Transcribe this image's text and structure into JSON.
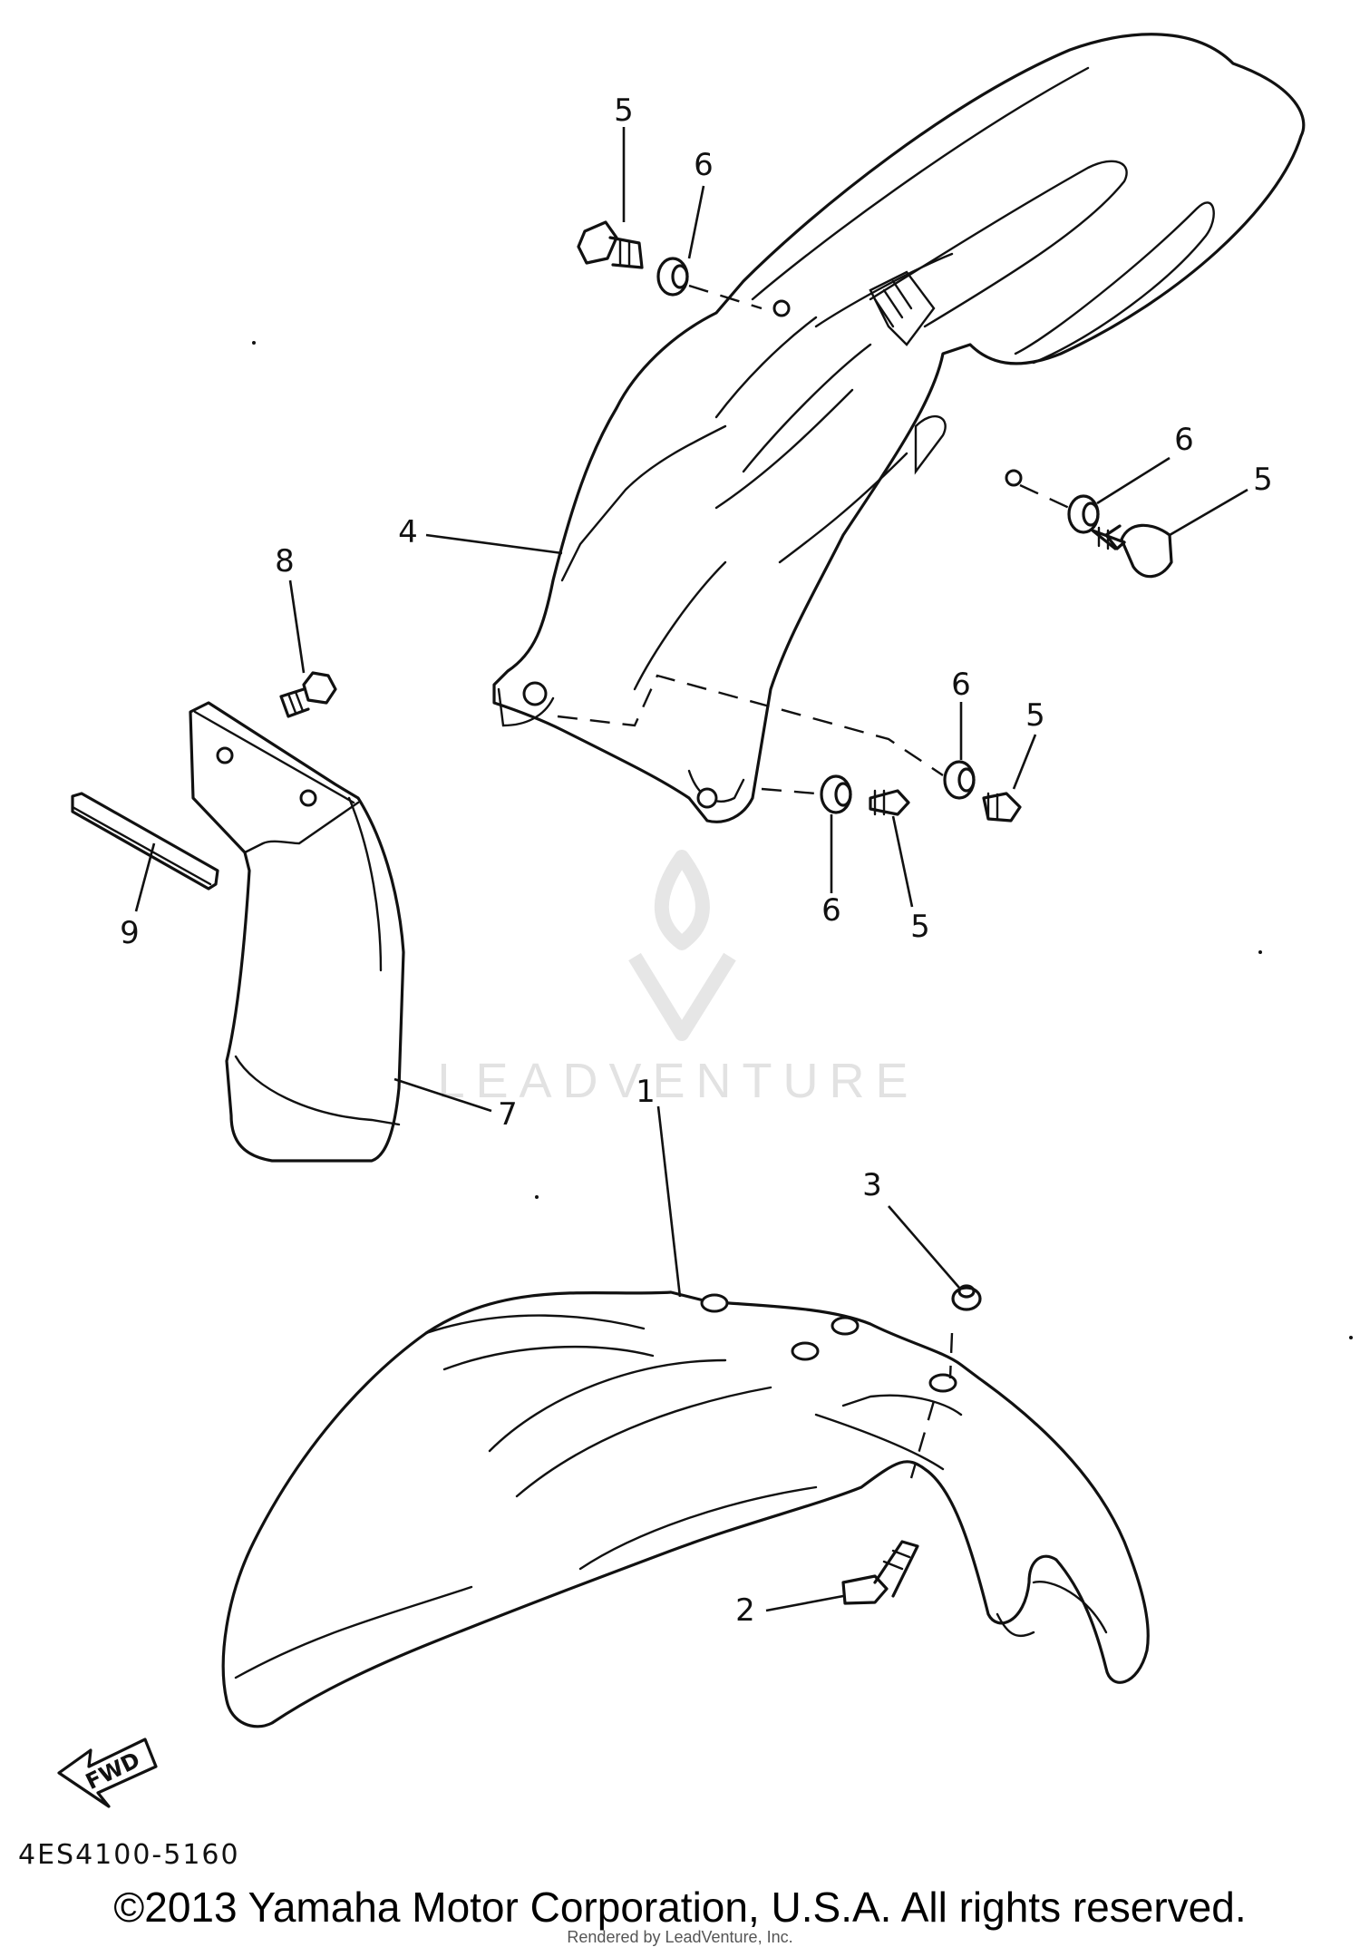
{
  "diagram": {
    "code": "4ES4100-5160",
    "fwd_label": "FWD",
    "watermark": "LEADVENTURE",
    "callouts": [
      {
        "id": "c5a",
        "label": "5"
      },
      {
        "id": "c6a",
        "label": "6"
      },
      {
        "id": "c6b",
        "label": "6"
      },
      {
        "id": "c5b",
        "label": "5"
      },
      {
        "id": "c4",
        "label": "4"
      },
      {
        "id": "c8",
        "label": "8"
      },
      {
        "id": "c6c",
        "label": "6"
      },
      {
        "id": "c5c",
        "label": "5"
      },
      {
        "id": "c9",
        "label": "9"
      },
      {
        "id": "c6d",
        "label": "6"
      },
      {
        "id": "c5d",
        "label": "5"
      },
      {
        "id": "c7",
        "label": "7"
      },
      {
        "id": "c1",
        "label": "1"
      },
      {
        "id": "c3",
        "label": "3"
      },
      {
        "id": "c2",
        "label": "2"
      }
    ]
  },
  "footer": {
    "copyright": "©2013 Yamaha Motor Corporation, U.S.A. All rights reserved.",
    "render_note": "Rendered by LeadVenture, Inc."
  }
}
